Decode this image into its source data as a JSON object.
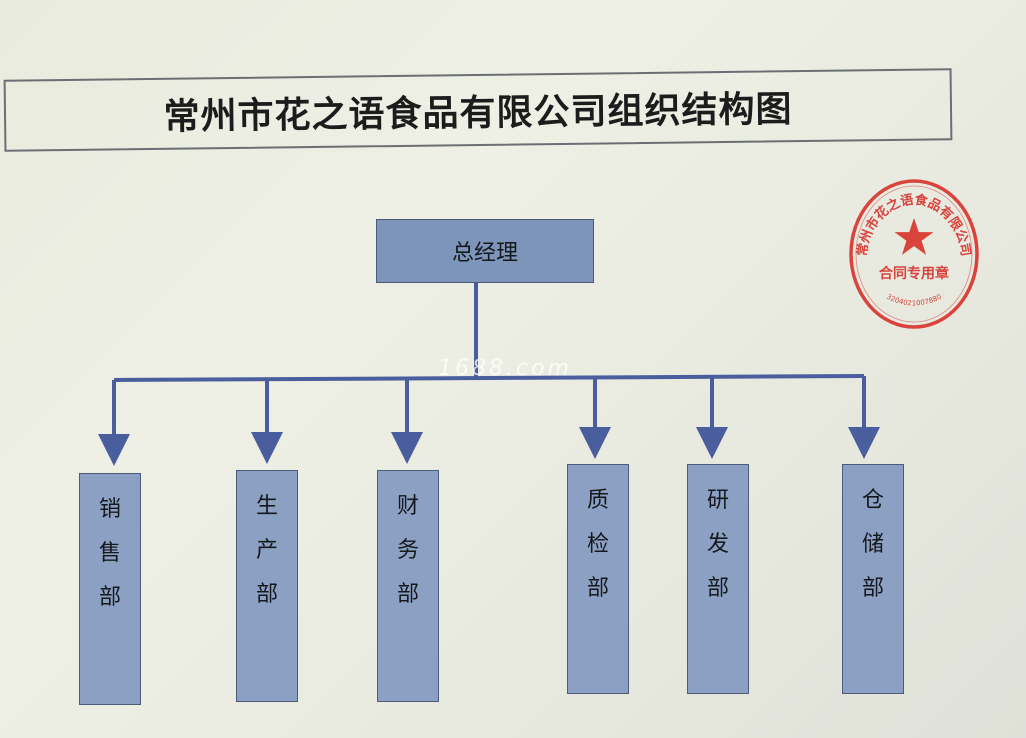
{
  "title": "常州市花之语食品有限公司组织结构图",
  "general_manager": "总经理",
  "departments": [
    {
      "label": "销售部"
    },
    {
      "label": "生产部"
    },
    {
      "label": "财务部"
    },
    {
      "label": "质检部"
    },
    {
      "label": "研发部"
    },
    {
      "label": "仓储部"
    }
  ],
  "watermark": "1688.com",
  "seal": {
    "company": "常州市花之语食品有限公司",
    "purpose": "合同专用章",
    "number": "3204021007880"
  },
  "colors": {
    "box_fill": "#8ba0c2",
    "connector": "#4a5e9e",
    "seal": "#d9433c"
  }
}
